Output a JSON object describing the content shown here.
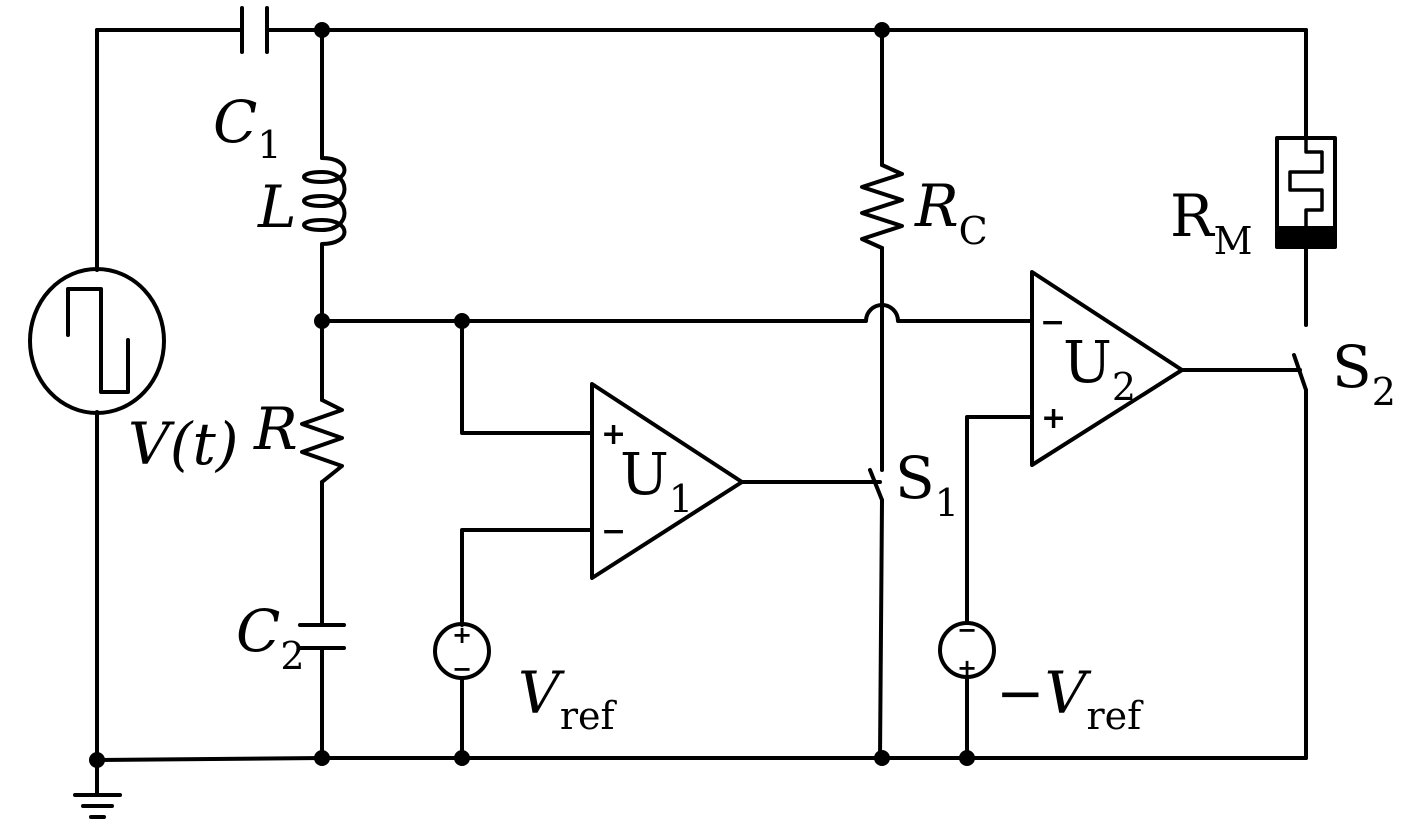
{
  "labels": {
    "c1": {
      "main": "C",
      "sub": "1"
    },
    "l": {
      "main": "L"
    },
    "r": {
      "main": "R"
    },
    "c2": {
      "main": "C",
      "sub": "2"
    },
    "source": {
      "main": "V(t)"
    },
    "rc": {
      "main": "R",
      "sub": "C"
    },
    "rm": {
      "main": "R",
      "sub": "M"
    },
    "u1": {
      "main": "U",
      "sub": "1"
    },
    "u2": {
      "main": "U",
      "sub": "2"
    },
    "s1": {
      "main": "S",
      "sub": "1"
    },
    "s2": {
      "main": "S",
      "sub": "2"
    },
    "vref_pos": {
      "main": "V",
      "sub": "ref"
    },
    "vref_neg": {
      "main": "−V",
      "sub": "ref"
    }
  },
  "signs": {
    "plus": "+",
    "minus": "−"
  }
}
